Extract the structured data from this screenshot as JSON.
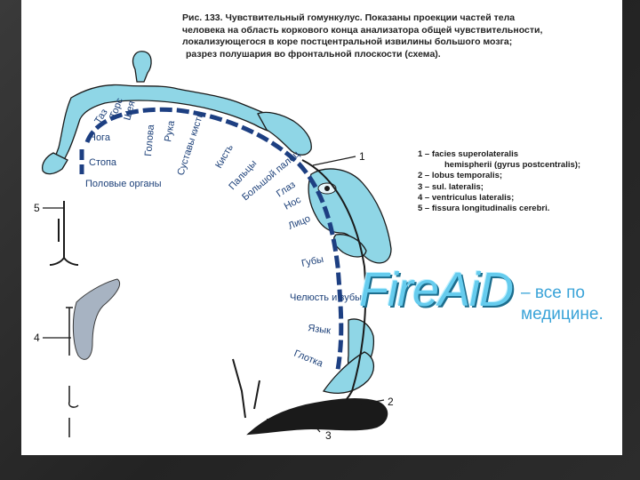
{
  "caption": [
    "Рис. 133. Чувствительный гомункулус. Показаны проекции частей тела",
    "человека на область коркового конца анализатора общей чувствительности,",
    "локализующегося в коре постцентральной извилины большого мозга;",
    "разрез полушария во фронтальной плоскости (схема)."
  ],
  "legend": [
    {
      "num": "1",
      "text": "facies superolateralis",
      "cont": "hemispherii (gyrus postcentralis);"
    },
    {
      "num": "2",
      "text": "lobus temporalis;"
    },
    {
      "num": "3",
      "text": "sul. lateralis;"
    },
    {
      "num": "4",
      "text": "ventriculus lateralis;"
    },
    {
      "num": "5",
      "text": "fissura longitudinalis cerebri."
    }
  ],
  "body_labels": {
    "toe": "Таз",
    "trunk": "Торс",
    "neck": "Шея",
    "head": "Голова",
    "hand": "Рука",
    "joints": "Суставы кисти",
    "wrist": "Кисть",
    "fingers": "Пальцы",
    "thumb": "Большой палец",
    "eye": "Глаз",
    "nose": "Нос",
    "face": "Лицо",
    "lips": "Губы",
    "jaw": "Челюсть и зубы",
    "tongue": "Язык",
    "pharynx": "Глотка",
    "leg": "Нога",
    "foot": "Стопа",
    "genitals": "Половые органы"
  },
  "callouts": {
    "n1": "1",
    "n2": "2",
    "n3": "3",
    "n4": "4",
    "n5": "5"
  },
  "watermark": {
    "brand": "FireAiD",
    "tagline_1": "– все по",
    "tagline_2": "медицине."
  },
  "colors": {
    "homunculus": "#8fd6e6",
    "cortex_dash": "#1d3f82",
    "outline": "#1a1a1a"
  }
}
